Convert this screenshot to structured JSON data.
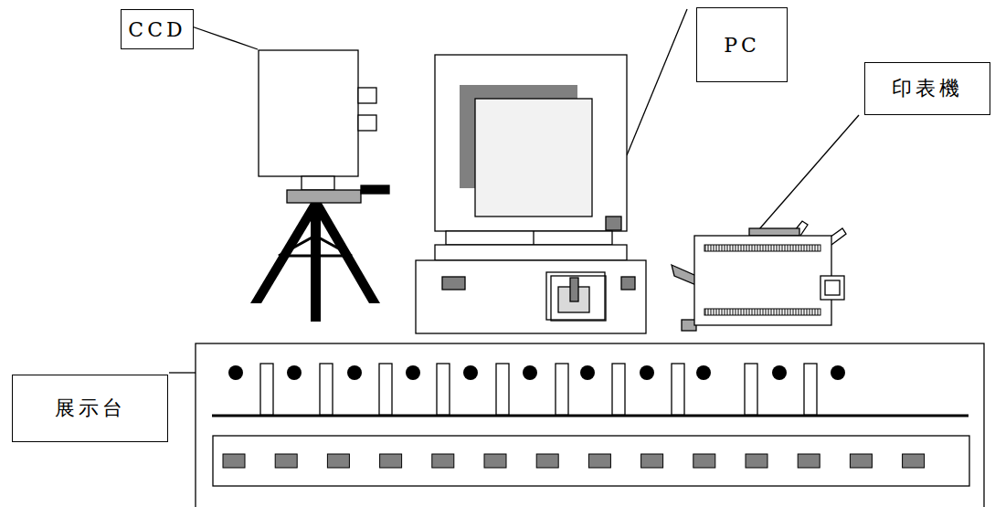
{
  "diagram": {
    "nodes": [
      {
        "text": [
          "CCD"
        ]
      },
      {
        "text": [
          "PC"
        ]
      },
      {
        "text": [
          "印表機"
        ]
      },
      {
        "text": [
          "展示台"
        ]
      }
    ]
  }
}
